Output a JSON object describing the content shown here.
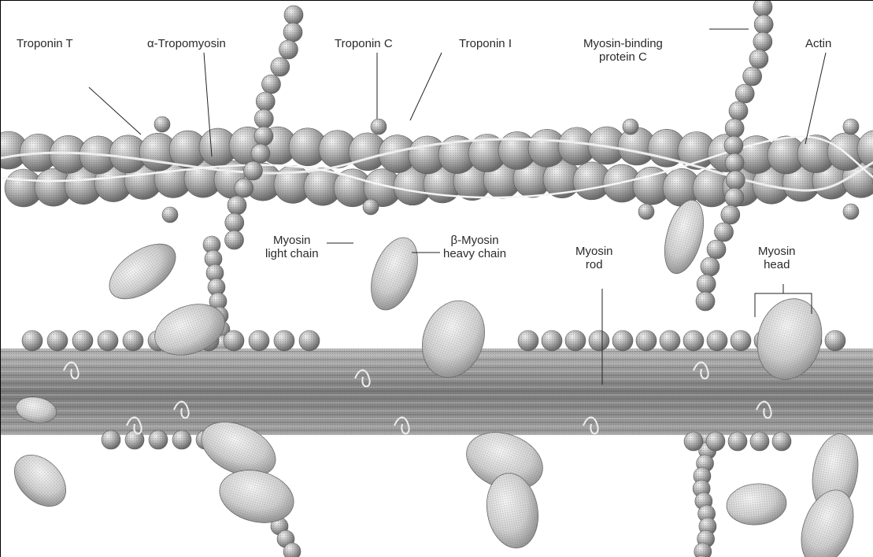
{
  "labels": {
    "troponin_t": "Troponin T",
    "tropomyosin": "α-Tropomyosin",
    "troponin_c": "Troponin C",
    "troponin_i": "Troponin I",
    "mybpc_line1": "Myosin-binding",
    "mybpc_line2": "protein C",
    "actin": "Actin",
    "mlc_line1": "Myosin",
    "mlc_line2": "light chain",
    "mhc_line1": "β-Myosin",
    "mhc_line2": "heavy chain",
    "rod_line1": "Myosin",
    "rod_line2": "rod",
    "head_line1": "Myosin",
    "head_line2": "head"
  },
  "colors": {
    "sphere": "#a8a8a8",
    "sphere_light": "#e6e6e6",
    "sphere_dark": "#6e6e6e",
    "oval": "#d2d2d2",
    "rod": "#8c8c8c",
    "leader": "#222222"
  }
}
